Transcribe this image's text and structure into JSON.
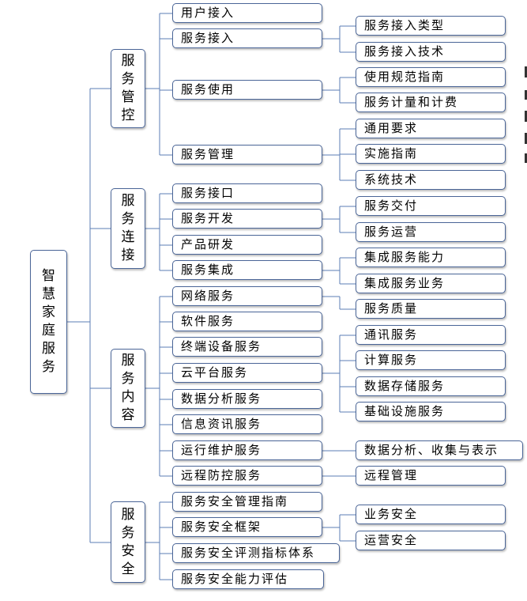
{
  "colors": {
    "border": "#4a6597",
    "connector": "#5b7db5",
    "text": "#000000"
  },
  "root": {
    "label": "智慧家庭服务"
  },
  "categories": [
    {
      "label": "服务管控",
      "items": [
        {
          "label": "用户接入",
          "children": []
        },
        {
          "label": "服务接入",
          "children": [
            "服务接入类型",
            "服务接入技术"
          ]
        },
        {
          "label": "服务使用",
          "children": [
            "使用规范指南",
            "服务计量和计费"
          ]
        },
        {
          "label": "服务管理",
          "children": [
            "通用要求",
            "实施指南",
            "系统技术"
          ]
        }
      ]
    },
    {
      "label": "服务连接",
      "items": [
        {
          "label": "服务接口",
          "children": []
        },
        {
          "label": "服务开发",
          "children": [
            "服务交付",
            "服务运营"
          ]
        },
        {
          "label": "产品研发",
          "children": []
        },
        {
          "label": "服务集成",
          "children": [
            "集成服务能力",
            "集成服务业务"
          ]
        }
      ]
    },
    {
      "label": "服务内容",
      "items": [
        {
          "label": "网络服务",
          "children": [
            "服务质量"
          ]
        },
        {
          "label": "软件服务",
          "children": []
        },
        {
          "label": "终端设备服务",
          "children": []
        },
        {
          "label": "云平台服务",
          "children": [
            "通讯服务",
            "计算服务",
            "数据存储服务",
            "基础设施服务"
          ]
        },
        {
          "label": "数据分析服务",
          "children": []
        },
        {
          "label": "信息资讯服务",
          "children": []
        },
        {
          "label": "运行维护服务",
          "children": [
            "数据分析、收集与表示"
          ]
        },
        {
          "label": "远程防控服务",
          "children": [
            "远程管理"
          ]
        }
      ]
    },
    {
      "label": "服务安全",
      "items": [
        {
          "label": "服务安全管理指南",
          "children": []
        },
        {
          "label": "服务安全框架",
          "children": [
            "业务安全",
            "运营安全"
          ]
        },
        {
          "label": "服务安全评测指标体系",
          "children": []
        },
        {
          "label": "服务安全能力评估",
          "children": []
        }
      ]
    }
  ]
}
